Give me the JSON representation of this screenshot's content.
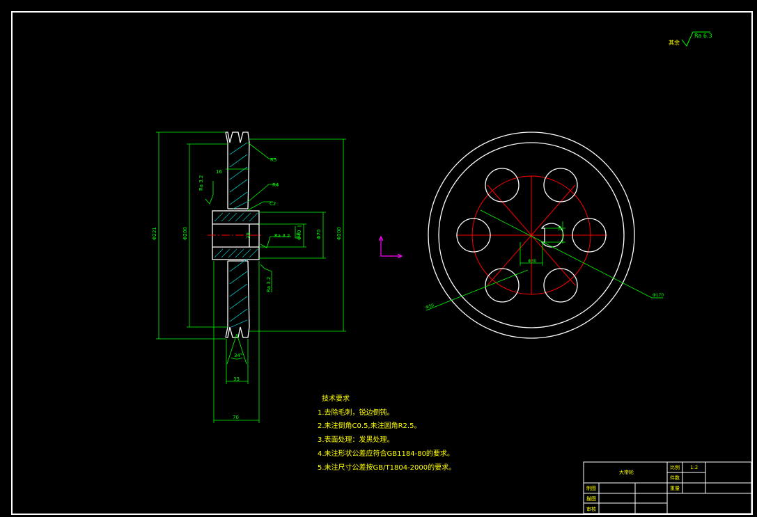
{
  "roughness": {
    "remainder_label": "其余",
    "remainder_value": "Ra 6.3",
    "left_upper": "Ra 3.2",
    "bore": "Ra 3.2",
    "left_lower": "Ra 3.2"
  },
  "dimensions": {
    "d_outer": "Φ221",
    "d_pitch": "Φ200",
    "d_hub": "Φ70",
    "d_bore": "Φ40",
    "d_side": "Φ200",
    "groove_pitch": "16",
    "d_keyway": "38",
    "chamfer_r5": "R5",
    "chamfer_r4": "R4",
    "chamfer_c2": "C2",
    "groove_angle": "34°",
    "groove_width": "33",
    "hub_width": "70",
    "keyway_width": "10",
    "bore_small": "28",
    "hole_circle": "Φ170",
    "hole_dia": "Φ50",
    "keyway_depth": "Φ30"
  },
  "notes": {
    "title": "技术要求",
    "items": [
      "1.去除毛刺，锐边倒钝。",
      "2.未注倒角C0.5,未注圆角R2.5。",
      "3.表面处理：发黑处理。",
      "4.未注形状公差应符合GB1184-80的要求。",
      "5.未注尺寸公差按GB/T1804-2000的要求。"
    ]
  },
  "title_block": {
    "part_name": "大带轮",
    "scale_label": "比例",
    "scale_value": "1:2",
    "quantity_label": "件数",
    "weight_label": "重量",
    "design_label": "制图",
    "draw_label": "描图",
    "review_label": "审核"
  }
}
